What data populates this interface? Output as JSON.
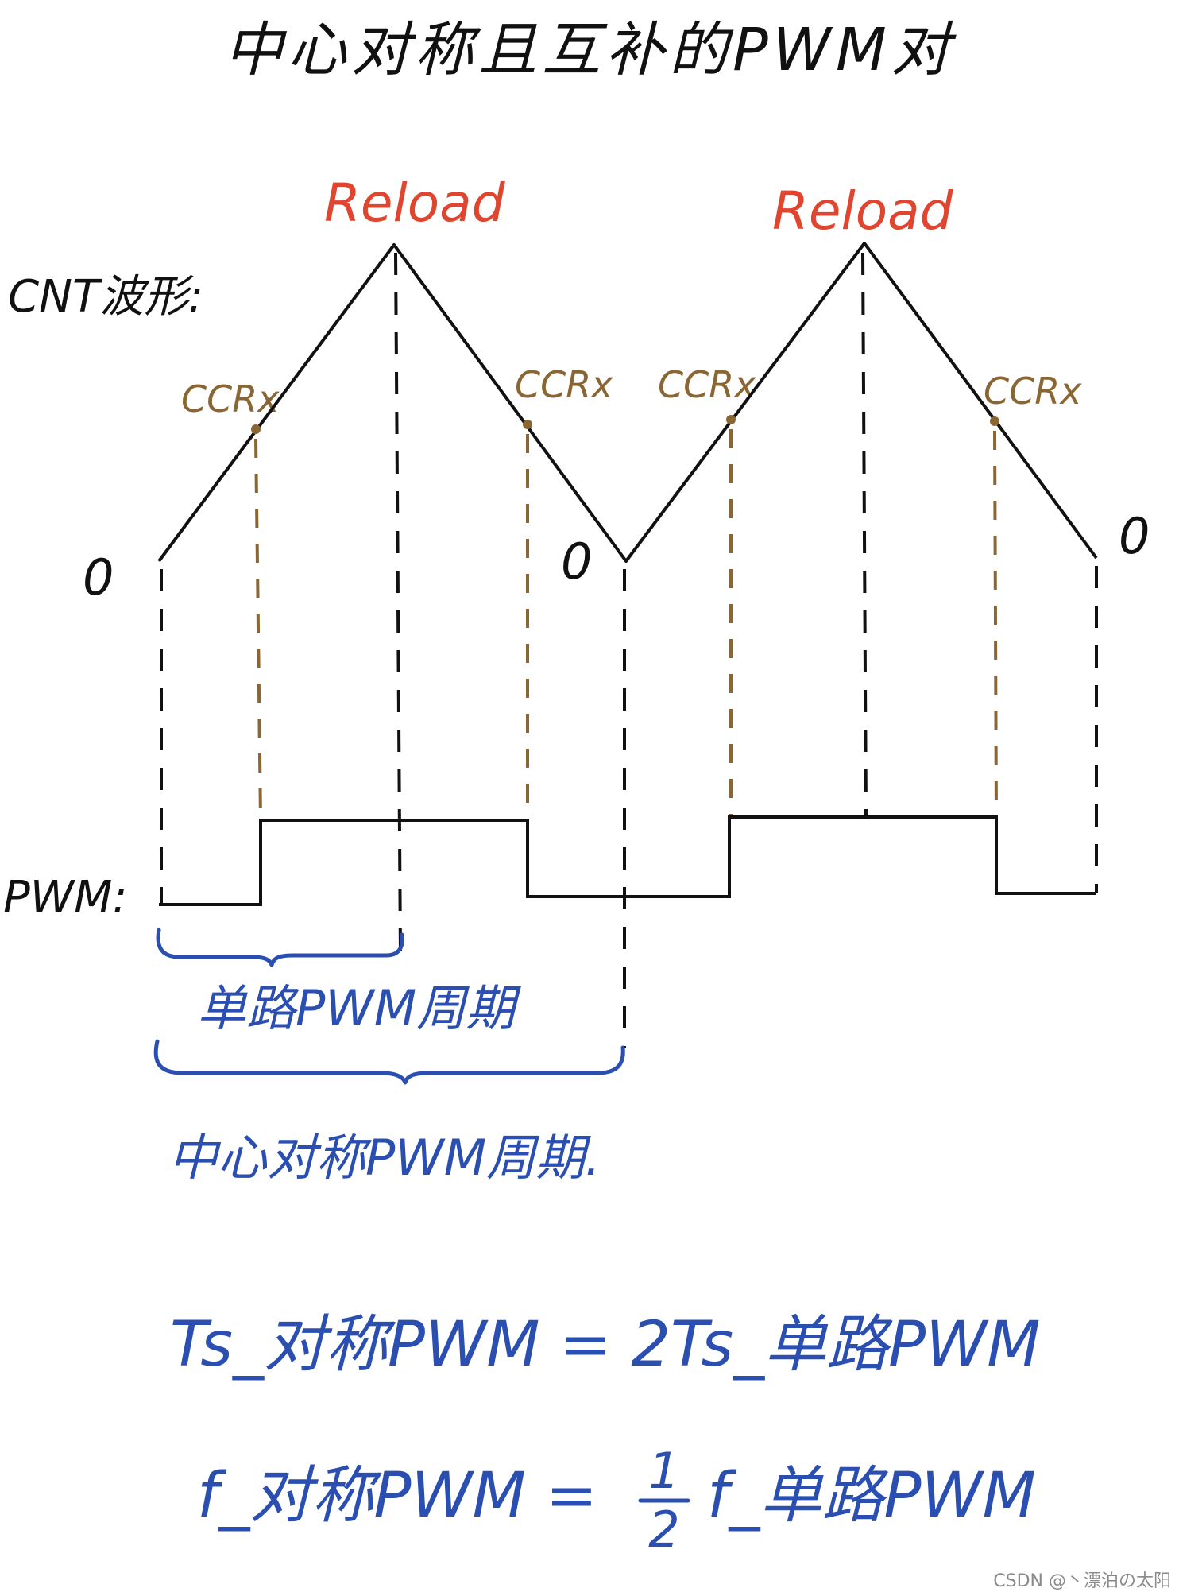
{
  "title": "中心对称且互补的PWM对",
  "cnt_label": "CNT波形:",
  "pwm_label": "PWM:",
  "reload_label": "Reload",
  "ccr_label": "CCRx",
  "zero_label": "0",
  "single_period_label": "单路PWM周期",
  "center_period_label": "中心对称PWM周期.",
  "formula_period": "Ts_对称PWM = 2Ts_单路PWM",
  "formula_freq_left": "f_对称PWM =",
  "formula_freq_fraction_num": "1",
  "formula_freq_fraction_den": "2",
  "formula_freq_right": "f_单路PWM",
  "watermark": "CSDN @丶漂泊の太阳",
  "colors": {
    "ink": "#111111",
    "reload": "#e0452f",
    "ccr": "#8a6634",
    "annotation": "#2b4fb0"
  }
}
